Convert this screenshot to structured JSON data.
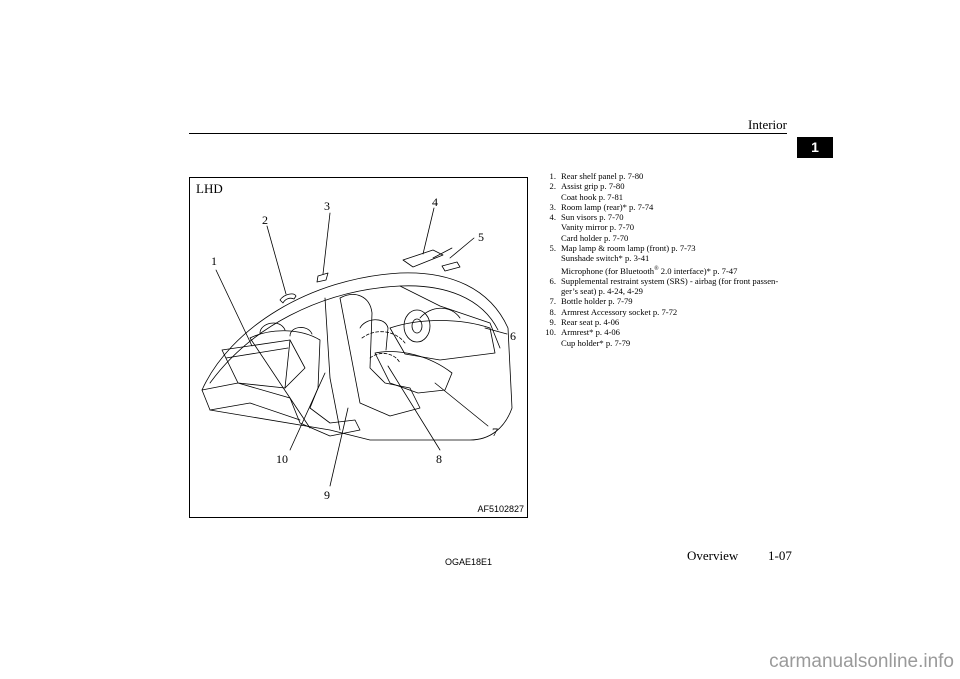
{
  "header": {
    "section_title": "Interior",
    "chapter_number": "1"
  },
  "figure": {
    "label": "LHD",
    "code": "AF5102827",
    "callouts": {
      "c1": "1",
      "c2": "2",
      "c3": "3",
      "c4": "4",
      "c5": "5",
      "c6": "6",
      "c7": "7",
      "c8": "8",
      "c9": "9",
      "c10": "10"
    }
  },
  "legend": {
    "i1": {
      "num": "1.",
      "text": "Rear shelf panel p. 7-80"
    },
    "i2": {
      "num": "2.",
      "text": "Assist grip p. 7-80",
      "sub1": "Coat hook p. 7-81"
    },
    "i3": {
      "num": "3.",
      "text": "Room lamp (rear)* p. 7-74"
    },
    "i4": {
      "num": "4.",
      "text": "Sun visors p. 7-70",
      "sub1": "Vanity mirror p. 7-70",
      "sub2": "Card holder p. 7-70"
    },
    "i5": {
      "num": "5.",
      "text": "Map lamp & room lamp (front) p. 7-73",
      "sub1": "Sunshade switch* p. 3-41",
      "sub2_pre": "Microphone (for Bluetooth",
      "sub2_sup": "®",
      "sub2_post": " 2.0 interface)* p. 7-47"
    },
    "i6": {
      "num": "6.",
      "text": "Supplemental restraint system (SRS) - airbag (for front passen-",
      "sub1": "ger’s seat) p. 4-24, 4-29"
    },
    "i7": {
      "num": "7.",
      "text": "Bottle holder p. 7-79"
    },
    "i8": {
      "num": "8.",
      "text": "Armrest Accessory socket p. 7-72"
    },
    "i9": {
      "num": "9.",
      "text": "Rear seat p. 4-06"
    },
    "i10": {
      "num": "10.",
      "text": "Armrest* p. 4-06",
      "sub1": "Cup holder* p. 7-79"
    }
  },
  "footer": {
    "code": "OGAE18E1",
    "chapter": "Overview",
    "page": "1-07"
  },
  "watermark": "carmanualsonline.info"
}
